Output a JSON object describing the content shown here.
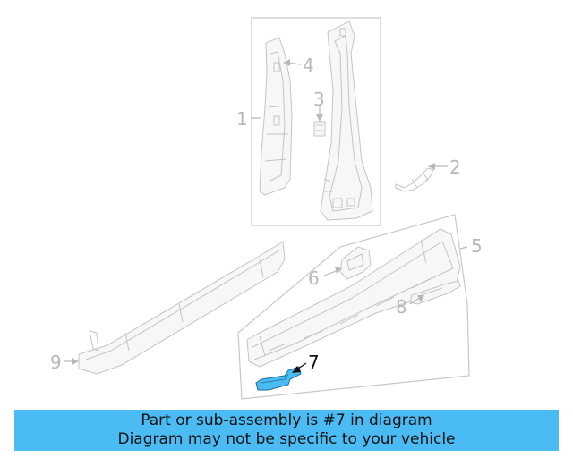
{
  "callouts": {
    "c1": "1",
    "c2": "2",
    "c3": "3",
    "c4": "4",
    "c5": "5",
    "c6": "6",
    "c7": "7",
    "c8": "8",
    "c9": "9"
  },
  "highlighted_part": "7",
  "colors": {
    "highlight": "#4bbcf3",
    "banner": "#4bbcf3",
    "line_art": "#c4c4c4",
    "active_callout": "#111111"
  },
  "banner": {
    "line1": "Part or sub-assembly is #7 in diagram",
    "line2": "Diagram may not be specific to your vehicle"
  }
}
